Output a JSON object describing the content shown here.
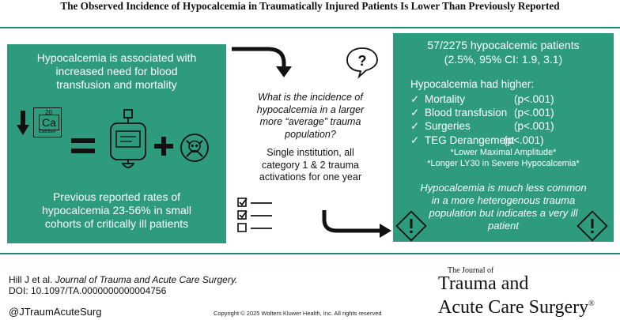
{
  "title": "The Observed Incidence of Hypocalcemia in Traumatically Injured Patients Is Lower Than Previously Reported",
  "left_panel": {
    "top_lines": [
      "Hypocalcemia is associated with",
      "increased need for blood",
      "transfusion and mortality"
    ],
    "element": {
      "number": "20",
      "symbol": "Ca",
      "name": "Calcium"
    },
    "bottom_lines": [
      "Previous reported rates of",
      "hypocalcemia 23-56% in small",
      "cohorts of critically ill patients"
    ]
  },
  "center": {
    "question_lines": [
      "What is the incidence of",
      "hypocalcemia in a larger",
      "more “average” trauma",
      "population?"
    ],
    "design_lines": [
      "Single institution, all",
      "category 1 & 2 trauma",
      "activations for one year"
    ]
  },
  "right_panel": {
    "headline_lines": [
      "57/2275 hypocalcemic patients",
      "(2.5%, 95% CI: 1.9, 3.1)"
    ],
    "subhead": "Hypocalcemia had higher:",
    "items": [
      {
        "label": "Mortality",
        "p": "(p<.001)"
      },
      {
        "label": "Blood transfusion",
        "p": "(p<.001)"
      },
      {
        "label": "Surgeries",
        "p": "(p<.001)"
      },
      {
        "label": "TEG Derangement",
        "p": "(p<.001)"
      }
    ],
    "notes": [
      "*Lower Maximal Amplitude*",
      "*Longer LY30 in Severe Hypocalcemia*"
    ],
    "conclusion_lines": [
      "Hypocalcemia is much less common",
      "in a more heterogenous trauma",
      "population but indicates a very ill",
      "patient"
    ]
  },
  "footer": {
    "citation_authors": "Hill J et al.",
    "citation_journal": "Journal of Trauma and Acute Care Surgery.",
    "doi": "DOI: 10.1097/TA.0000000000004756",
    "handle": "@JTraumAcuteSurg",
    "copyright": "Copyright © 2025  Wolters Kluwer Health, Inc. All rights reserved",
    "journal_small": "The Journal of",
    "journal_big_1": "Trauma and",
    "journal_big_2": "Acute Care Surgery",
    "journal_reg": "®"
  },
  "colors": {
    "panel": "#2e9a7e",
    "rule": "#1e8a72",
    "text_dark": "#111111"
  }
}
